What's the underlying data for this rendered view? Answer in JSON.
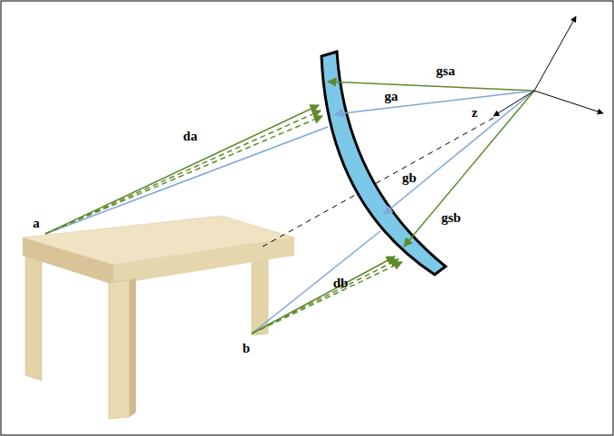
{
  "diagram": {
    "labels": [
      "a",
      "b",
      "da",
      "db",
      "gsa",
      "ga",
      "z",
      "gb",
      "gsb"
    ]
  }
}
